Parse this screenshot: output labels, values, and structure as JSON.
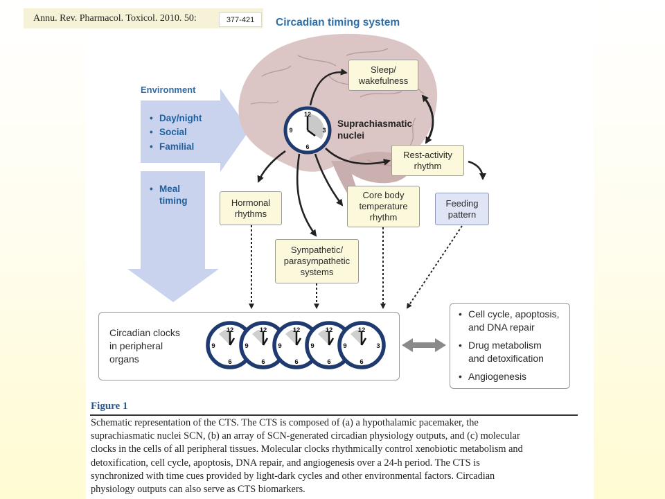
{
  "citation": {
    "text": "Annu. Rev. Pharmacol. Toxicol. 2010. 50:",
    "pages": "377-421"
  },
  "diagram": {
    "title": "Circadian timing system",
    "environment": {
      "heading": "Environment",
      "items": [
        "Day/night",
        "Social",
        "Familial"
      ],
      "meal": [
        "Meal",
        "timing"
      ]
    },
    "scn_label": [
      "Suprachiasmatic",
      "nuclei"
    ],
    "boxes": {
      "sleep": [
        "Sleep/",
        "wakefulness"
      ],
      "rest": [
        "Rest-activity",
        "rhythm"
      ],
      "hormonal": [
        "Hormonal",
        "rhythms"
      ],
      "core": [
        "Core body",
        "temperature",
        "rhythm"
      ],
      "feeding": [
        "Feeding",
        "pattern"
      ],
      "sympathetic": [
        "Sympathetic/",
        "parasympathetic",
        "systems"
      ]
    },
    "peripheral": [
      "Circadian clocks",
      "in peripheral",
      "organs"
    ],
    "outputs": [
      [
        "Cell cycle, apoptosis,",
        "and DNA repair"
      ],
      [
        "Drug metabolism",
        "and detoxification"
      ],
      [
        "Angiogenesis"
      ]
    ],
    "clock_numbers": [
      "12",
      "3",
      "6",
      "9"
    ],
    "colors": {
      "title": "#2c6fa8",
      "environment_heading": "#2e6da9",
      "environment_text": "#1f5f9c",
      "arrow_fill": "#c9d3ee",
      "brain": "#d8c0c0",
      "clock_ring": "#1e3a6e",
      "yellow_box": "#fcf8dc",
      "blue_box": "#dfe5f5"
    }
  },
  "caption": {
    "figure_label": "Figure 1",
    "lines": [
      "Schematic representation of the CTS. The CTS is composed of (a) a hypothalamic pacemaker, the",
      "suprachiasmatic nuclei SCN, (b) an array of SCN-generated circadian physiology outputs, and (c) molecular",
      "clocks in the cells of all peripheral tissues. Molecular clocks rhythmically control xenobiotic metabolism and",
      "detoxification, cell cycle, apoptosis, DNA repair, and angiogenesis over a 24-h period. The CTS is",
      "synchronized with time cues provided by light-dark cycles and other environmental factors. Circadian",
      "physiology outputs can also serve as CTS biomarkers."
    ]
  }
}
